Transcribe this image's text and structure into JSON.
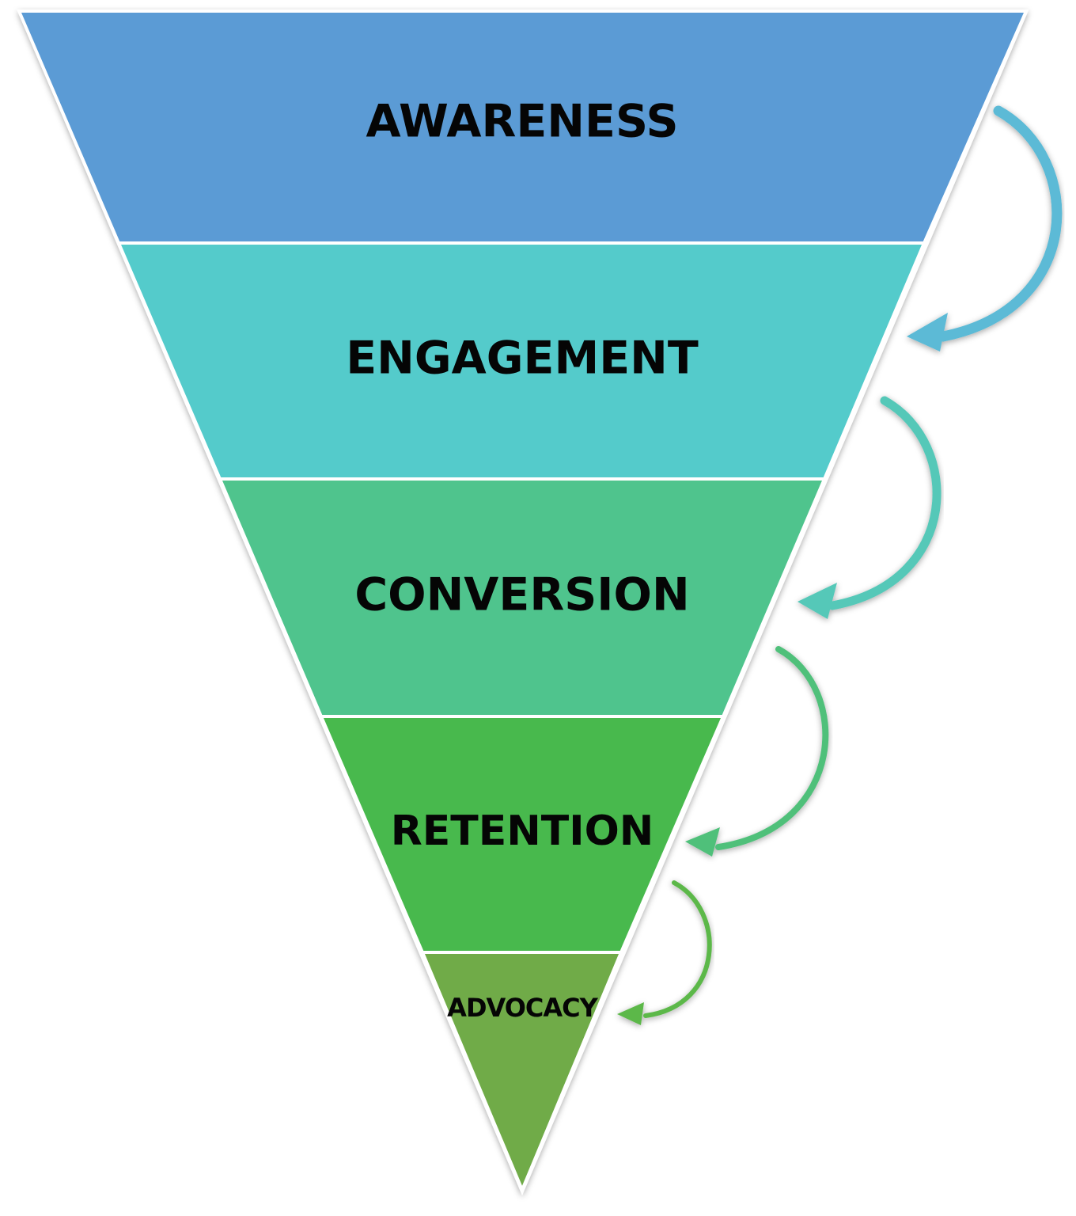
{
  "funnel": {
    "stages": [
      {
        "label": "AWARENESS",
        "color": "#5b9bd5"
      },
      {
        "label": "ENGAGEMENT",
        "color": "#54cbcb"
      },
      {
        "label": "CONVERSION",
        "color": "#4fc48d"
      },
      {
        "label": "RETENTION",
        "color": "#48b94d"
      },
      {
        "label": "ADVOCACY",
        "color": "#70ab48"
      }
    ],
    "arrows": [
      {
        "from": "AWARENESS",
        "to": "ENGAGEMENT",
        "color": "#5bbad6"
      },
      {
        "from": "ENGAGEMENT",
        "to": "CONVERSION",
        "color": "#55c8b8"
      },
      {
        "from": "CONVERSION",
        "to": "RETENTION",
        "color": "#50c07a"
      },
      {
        "from": "RETENTION",
        "to": "ADVOCACY",
        "color": "#5cb84a"
      }
    ],
    "border_color": "#ffffff"
  }
}
